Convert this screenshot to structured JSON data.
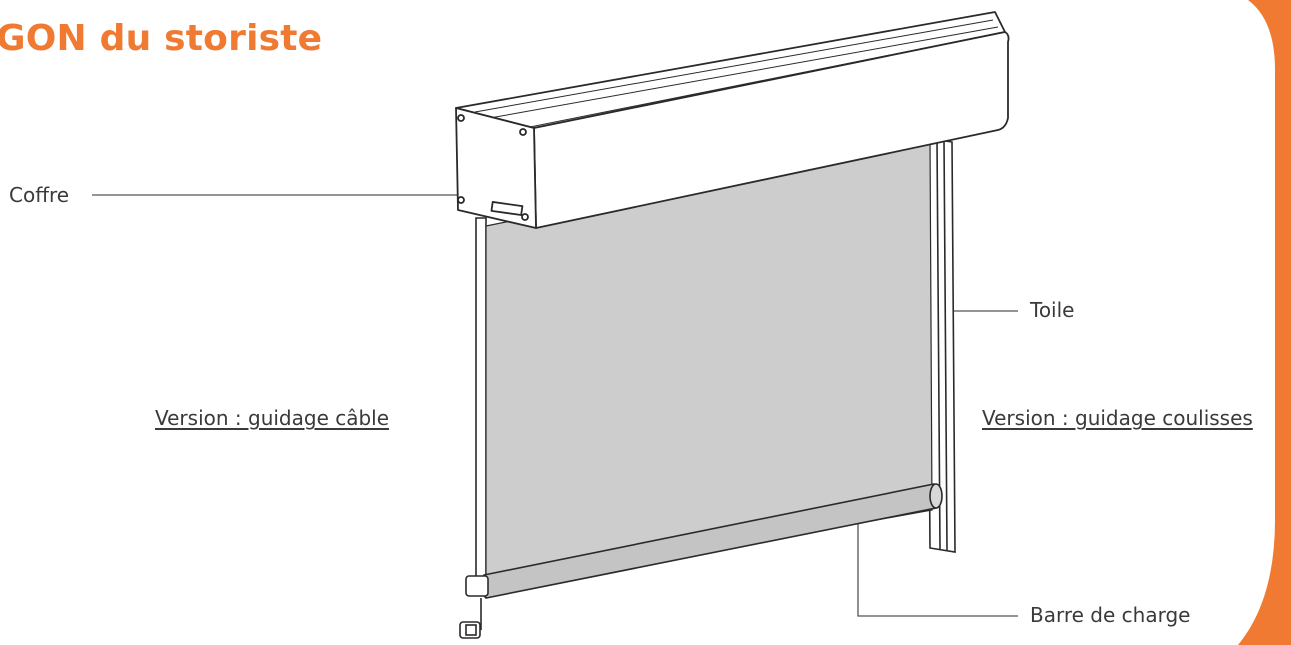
{
  "header": {
    "title": "GON du storiste"
  },
  "colors": {
    "accent": "#f07a32",
    "fabric": "#cdcdcd",
    "line": "#2a2a2a"
  },
  "labels": {
    "coffre": "Coffre",
    "toile": "Toile",
    "barre": "Barre de charge",
    "version_cable": "Version : guidage câble",
    "version_coulisses": "Version : guidage coulisses"
  }
}
